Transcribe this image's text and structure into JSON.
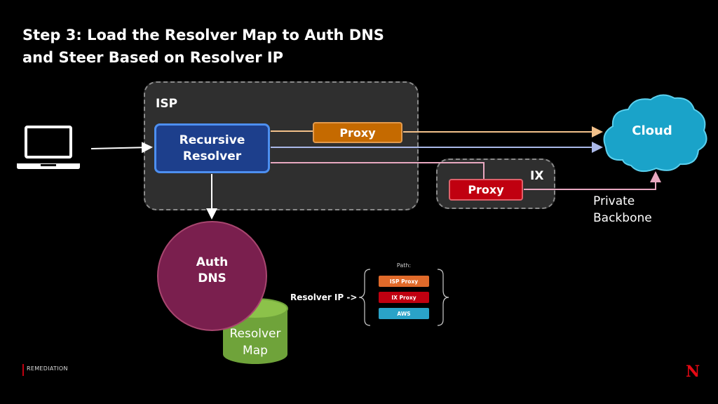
{
  "slide": {
    "title_line1": "Step 3: Load the Resolver Map to Auth DNS",
    "title_line2": "and Steer Based on Resolver IP",
    "footer": "REMEDIATION",
    "logo_letter": "N"
  },
  "diagram": {
    "laptop_icon": "laptop-icon",
    "isp_label": "ISP",
    "ix_label": "IX",
    "recursive_resolver_line1": "Recursive",
    "recursive_resolver_line2": "Resolver",
    "isp_proxy": "Proxy",
    "ix_proxy": "Proxy",
    "cloud": "Cloud",
    "backbone_line1": "Private",
    "backbone_line2": "Backbone",
    "auth_dns_line1": "Auth",
    "auth_dns_line2": "DNS",
    "resolver_map_line1": "Resolver",
    "resolver_map_line2": "Map",
    "resolver_ip": "Resolver IP ->",
    "path_label": "Path:",
    "paths": [
      "ISP Proxy",
      "IX Proxy",
      "AWS"
    ]
  },
  "colors": {
    "isp_proxy": "#c56a00",
    "ix_proxy": "#c00010",
    "resolver": "#1d3f8c",
    "auth_dns": "#7a1f4e",
    "resolver_map": "#6fa33a",
    "cloud": "#1aa3c9",
    "aws_pill": "#2aa3c8"
  }
}
